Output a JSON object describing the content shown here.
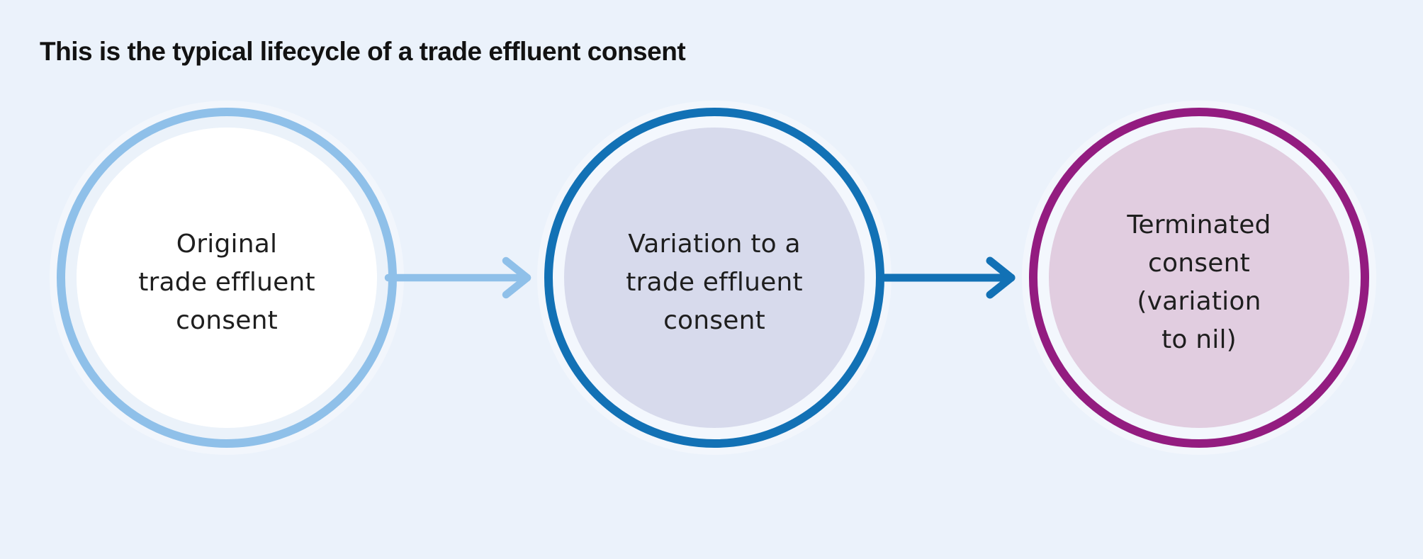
{
  "title": "This is the typical lifecycle of a trade effluent consent",
  "colors": {
    "background": "#EBF2FB",
    "title_text": "#121212",
    "node_text": "#1E1E1E",
    "light_blue": "#8FC0E9",
    "dark_blue": "#1271B5",
    "magenta": "#931C80"
  },
  "diagram": {
    "nodes": [
      {
        "id": "original-consent",
        "lines": [
          "Original",
          "trade effluent",
          "consent"
        ],
        "border_color": "#8FC0E9",
        "gap_color": "#EBF2FA",
        "fill_color": "#FFFFFF"
      },
      {
        "id": "variation-consent",
        "lines": [
          "Variation to a",
          "trade effluent",
          "consent"
        ],
        "border_color": "#1271B5",
        "gap_color": "#F3F7FD",
        "fill_color": "#D7DAEC"
      },
      {
        "id": "terminated-consent",
        "lines": [
          "Terminated",
          "consent",
          "(variation",
          "to nil)"
        ],
        "border_color": "#931C80",
        "gap_color": "#F3F7FD",
        "fill_color": "#E1CDE0"
      }
    ],
    "arrows": [
      {
        "from": "original-consent",
        "to": "variation-consent",
        "color": "#8FC0E9"
      },
      {
        "from": "variation-consent",
        "to": "terminated-consent",
        "color": "#1271B5"
      }
    ]
  }
}
